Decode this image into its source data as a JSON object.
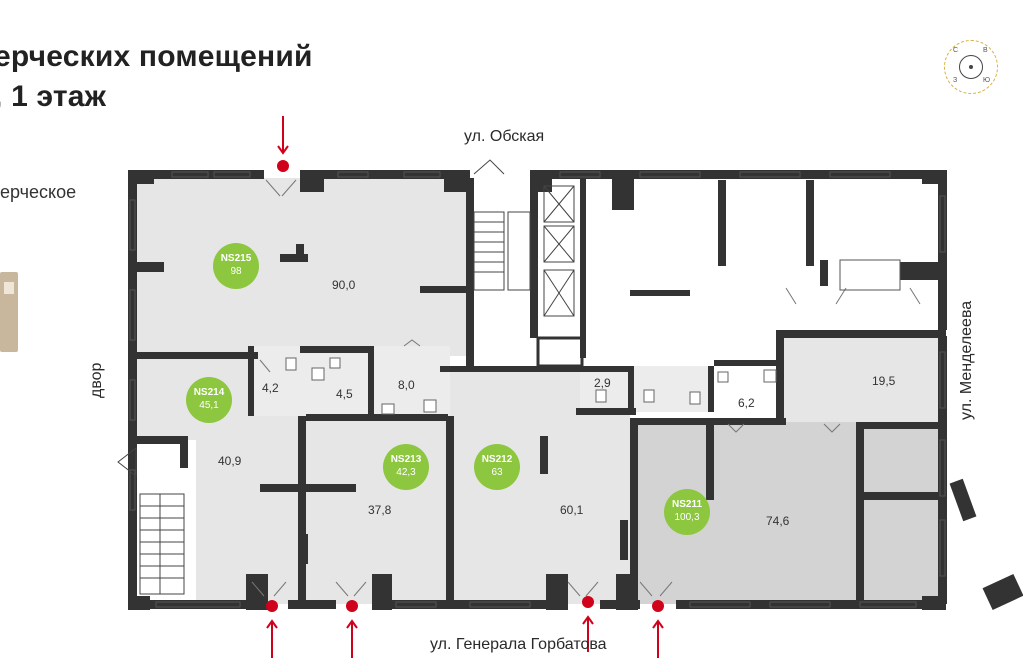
{
  "title": {
    "line1": "ерческих помещений",
    "line2": ", 1 этаж"
  },
  "side_note": "ерческое",
  "streets": {
    "top": "ул. Обская",
    "bottom": "ул. Генерала Горбатова",
    "left": "двор",
    "right": "ул. Менделеева"
  },
  "units": [
    {
      "id": "NS215",
      "area": "98"
    },
    {
      "id": "NS214",
      "area": "45,1"
    },
    {
      "id": "NS213",
      "area": "42,3"
    },
    {
      "id": "NS212",
      "area": "63"
    },
    {
      "id": "NS211",
      "area": "100,3"
    }
  ],
  "room_areas": [
    "90,0",
    "40,9",
    "4,2",
    "4,5",
    "8,0",
    "37,8",
    "60,1",
    "2,9",
    "6,2",
    "74,6",
    "19,5"
  ],
  "colors": {
    "badge": "#8dc63f",
    "entrance": "#d0021b",
    "wall": "#333333",
    "commercial_fill": "#e6e6e6",
    "highlight_fill": "#d3d3d3"
  },
  "compass_labels": [
    "Ю",
    "С",
    "В",
    "З"
  ]
}
